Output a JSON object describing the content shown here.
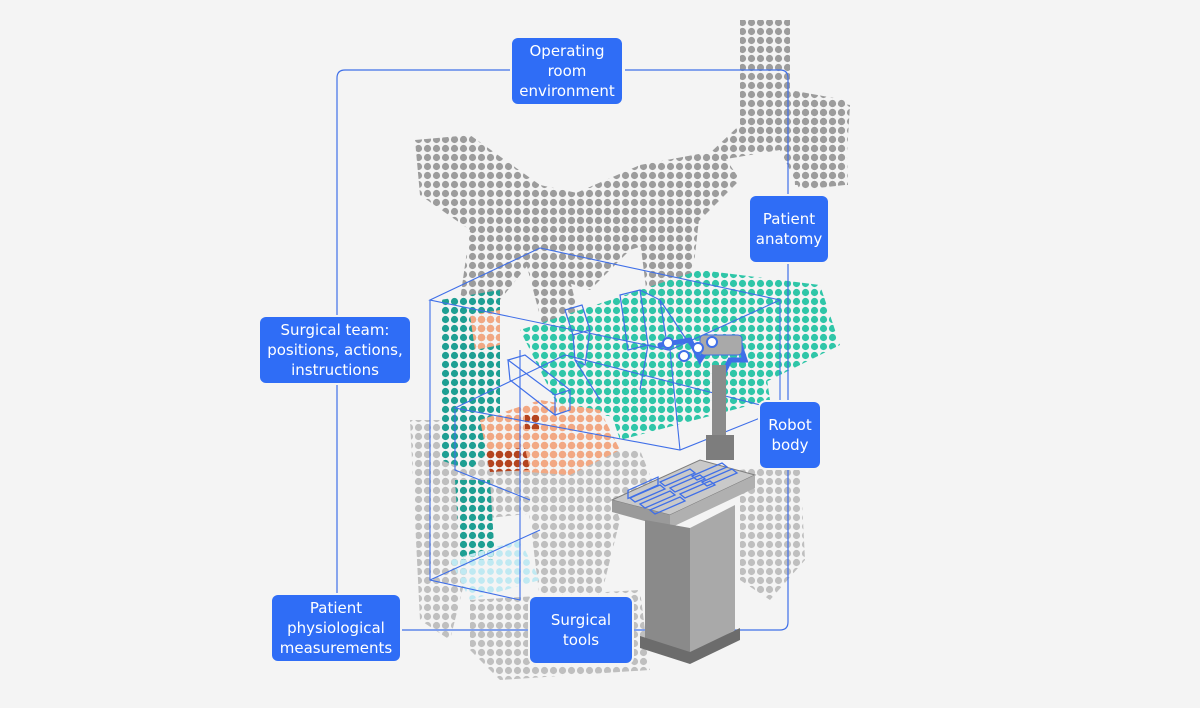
{
  "colors": {
    "background": "#f4f4f4",
    "label_fill": "#2f6df6",
    "label_text": "#ffffff",
    "frame_line": "#3f6fe8",
    "robot_gray": "#9c9c9c",
    "robot_light_gray": "#bdbdbd",
    "teal": "#2fc6a8",
    "skin": "#f2a883",
    "tissue": "#b4441f",
    "console": "#7d7d7d"
  },
  "labels": {
    "operating_room": [
      "Operating",
      "room",
      "environment"
    ],
    "patient_anatomy": [
      "Patient",
      "anatomy"
    ],
    "surgical_team": [
      "Surgical team:",
      "positions, actions,",
      "instructions"
    ],
    "robot_body": [
      "Robot",
      "body"
    ],
    "physiological": [
      "Patient",
      "physiological",
      "measurements"
    ],
    "surgical_tools": [
      "Surgical",
      "tools"
    ]
  },
  "icons": {
    "surgical_robot": "dotted-surgical-robot-illustration",
    "patient": "dotted-patient-illustration",
    "console": "instrument-console-illustration"
  }
}
